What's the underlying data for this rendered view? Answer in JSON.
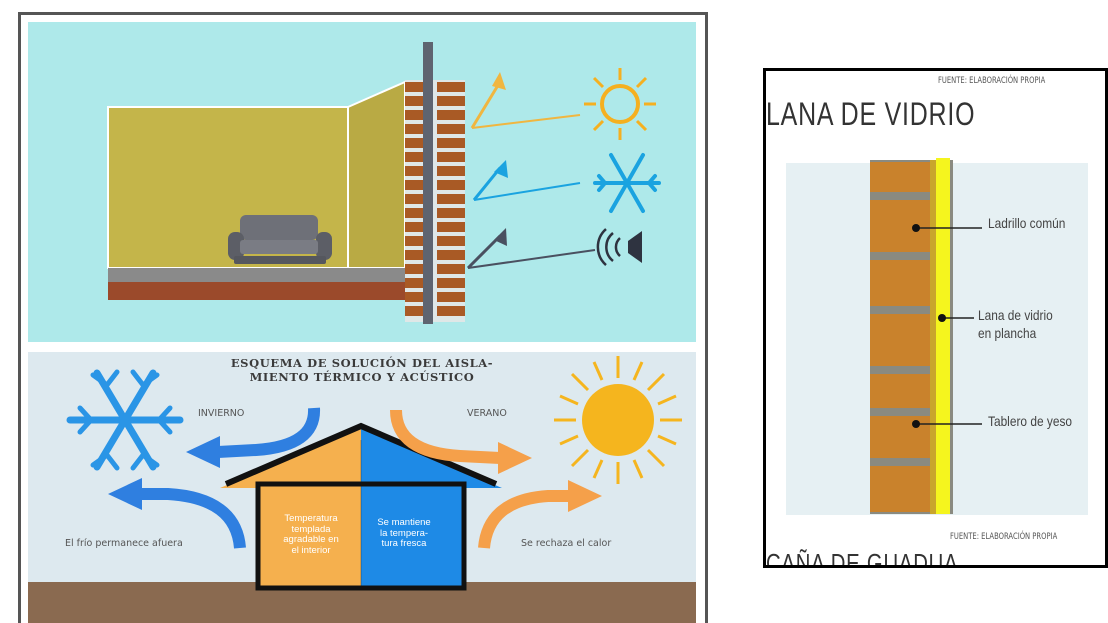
{
  "left_figure": {
    "top_panel": {
      "icons": [
        "sun-icon",
        "snowflake-icon",
        "speaker-icon",
        "armchair-icon"
      ]
    },
    "bottom_panel": {
      "title_line1": "ESQUEMA DE SOLUCIÓN DEL AISLA-",
      "title_line2": "MIENTO TÉRMICO Y ACÚSTICO",
      "winter_label": "INVIERNO",
      "summer_label": "VERANO",
      "cold_stays_out": "El frío permanece afuera",
      "heat_rejected": "Se rechaza el calor",
      "house_left_text": [
        "Temperatura",
        "templada",
        "agradable en",
        "el interior"
      ],
      "house_right_text": [
        "Se mantiene",
        "la tempera-",
        "tura fresca"
      ],
      "colors": {
        "warm": "#f5b04e",
        "cool": "#1e8ae6",
        "winter_arrow": "#2f7fe0",
        "summer_arrow": "#f5a04a"
      }
    }
  },
  "right_figure": {
    "source_top": "FUENTE: ELABORACIÓN PROPIA",
    "title": "LANA DE VIDRIO",
    "labels": {
      "brick": "Ladrillo común",
      "glass_wool_line1": "Lana de vidrio",
      "glass_wool_line2": "en plancha",
      "gypsum": "Tablero de yeso"
    },
    "source_bottom": "FUENTE: ELABORACIÓN PROPIA",
    "next_title_cut": "CAÑA DE GUADUA",
    "colors": {
      "brick": "#c9822c",
      "mortar": "#8a8a80",
      "glass_wool": "#f5f51e"
    }
  }
}
